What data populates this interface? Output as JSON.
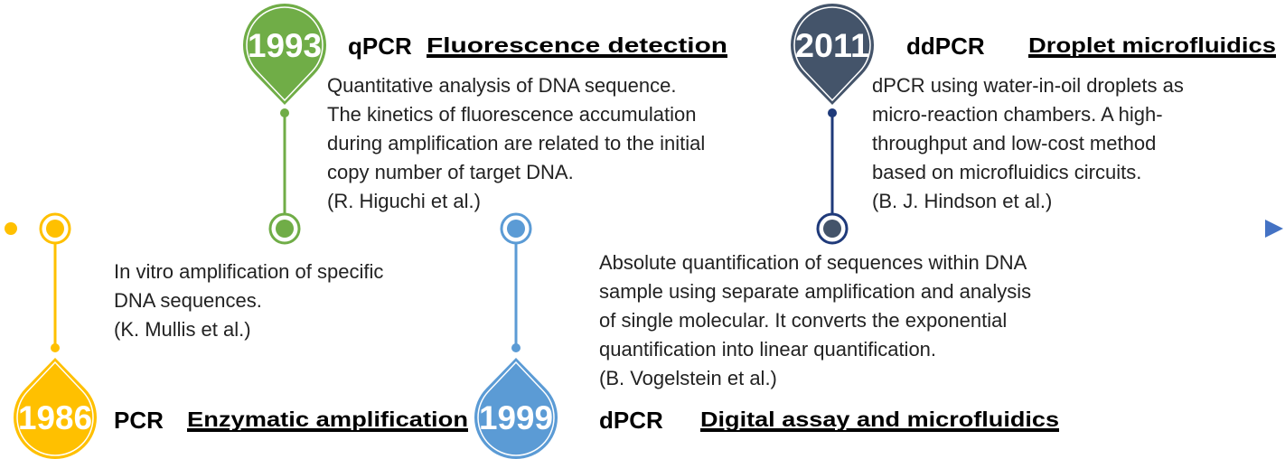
{
  "milestones": [
    {
      "year": "1986",
      "abbr": "PCR",
      "topic": "Enzymatic amplification",
      "color": "#FFC000",
      "ring": "#FFC000",
      "description": [
        "In vitro amplification of specific",
        "DNA sequences.",
        "(K. Mullis et al.)"
      ]
    },
    {
      "year": "1993",
      "abbr": "qPCR",
      "topic": "Fluorescence detection",
      "color": "#70AD47",
      "ring": "#70AD47",
      "description": [
        "Quantitative analysis of DNA sequence.",
        "The kinetics of fluorescence accumulation",
        "during amplification are related to the initial",
        "copy number of target DNA.",
        "(R. Higuchi et al.)"
      ]
    },
    {
      "year": "1999",
      "abbr": "dPCR",
      "topic": "Digital assay and microfluidics",
      "color": "#5B9BD5",
      "ring": "#5B9BD5",
      "description": [
        "Absolute quantification of sequences within DNA",
        "sample using separate amplification and analysis",
        "of single molecular. It converts the exponential",
        "quantification into linear quantification.",
        "(B. Vogelstein et al.)"
      ]
    },
    {
      "year": "2011",
      "abbr": "ddPCR",
      "topic": "Droplet microfluidics",
      "color": "#44546A",
      "ring": "#1F3A7A",
      "description": [
        "dPCR using water-in-oil droplets as",
        "micro-reaction chambers. A high-",
        "throughput and low-cost method",
        "based on microfluidics circuits.",
        "(B. J. Hindson et al.)"
      ]
    }
  ],
  "axis_colors": {
    "start": "#F5C242",
    "mid": "#E6B665",
    "end": "#4472C4"
  }
}
